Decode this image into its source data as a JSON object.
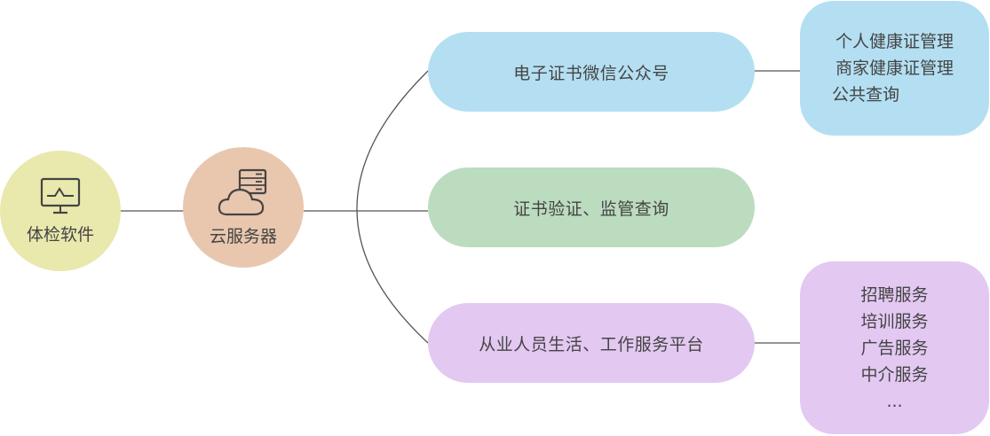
{
  "colors": {
    "software": "#e9e8ad",
    "cloud": "#e9c7ae",
    "wechat": "#b4dff2",
    "verify": "#bcdcbf",
    "practitioner": "#e3c8f2",
    "line": "#555555"
  },
  "icons": {
    "software": "monitor-icon",
    "cloud": "cloud-server-icon"
  },
  "nodes": {
    "software": {
      "label": "体检软件"
    },
    "cloud": {
      "label": "云服务器"
    },
    "wechat": {
      "label": "电子证书微信公众号"
    },
    "verify": {
      "label": "证书验证、监管查询"
    },
    "practitioner": {
      "label": "从业人员生活、工作服务平台"
    }
  },
  "details": {
    "wechat": [
      "个人健康证管理",
      "商家健康证管理",
      "公共查询"
    ],
    "practitioner": [
      "招聘服务",
      "培训服务",
      "广告服务",
      "中介服务",
      "..."
    ]
  }
}
